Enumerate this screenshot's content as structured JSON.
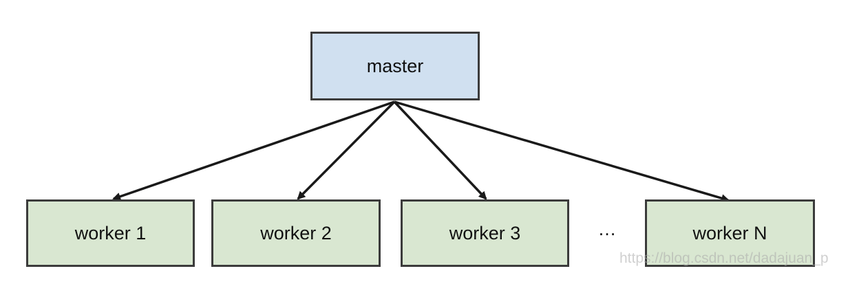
{
  "nodes": {
    "master": {
      "label": "master",
      "fill": "#d0e0f0"
    },
    "workers": [
      {
        "label": "worker 1",
        "fill": "#d9e7d1"
      },
      {
        "label": "worker 2",
        "fill": "#d9e7d1"
      },
      {
        "label": "worker 3",
        "fill": "#d9e7d1"
      },
      {
        "label": "worker N",
        "fill": "#d9e7d1"
      }
    ],
    "ellipsis": "…"
  },
  "edges": [
    {
      "from": "master",
      "to": "worker 1"
    },
    {
      "from": "master",
      "to": "worker 2"
    },
    {
      "from": "master",
      "to": "worker 3"
    },
    {
      "from": "master",
      "to": "worker N"
    }
  ],
  "colors": {
    "line": "#1a1a1a",
    "border": "#3b3b3b"
  },
  "watermark": "https://blog.csdn.net/dadajuan_p"
}
